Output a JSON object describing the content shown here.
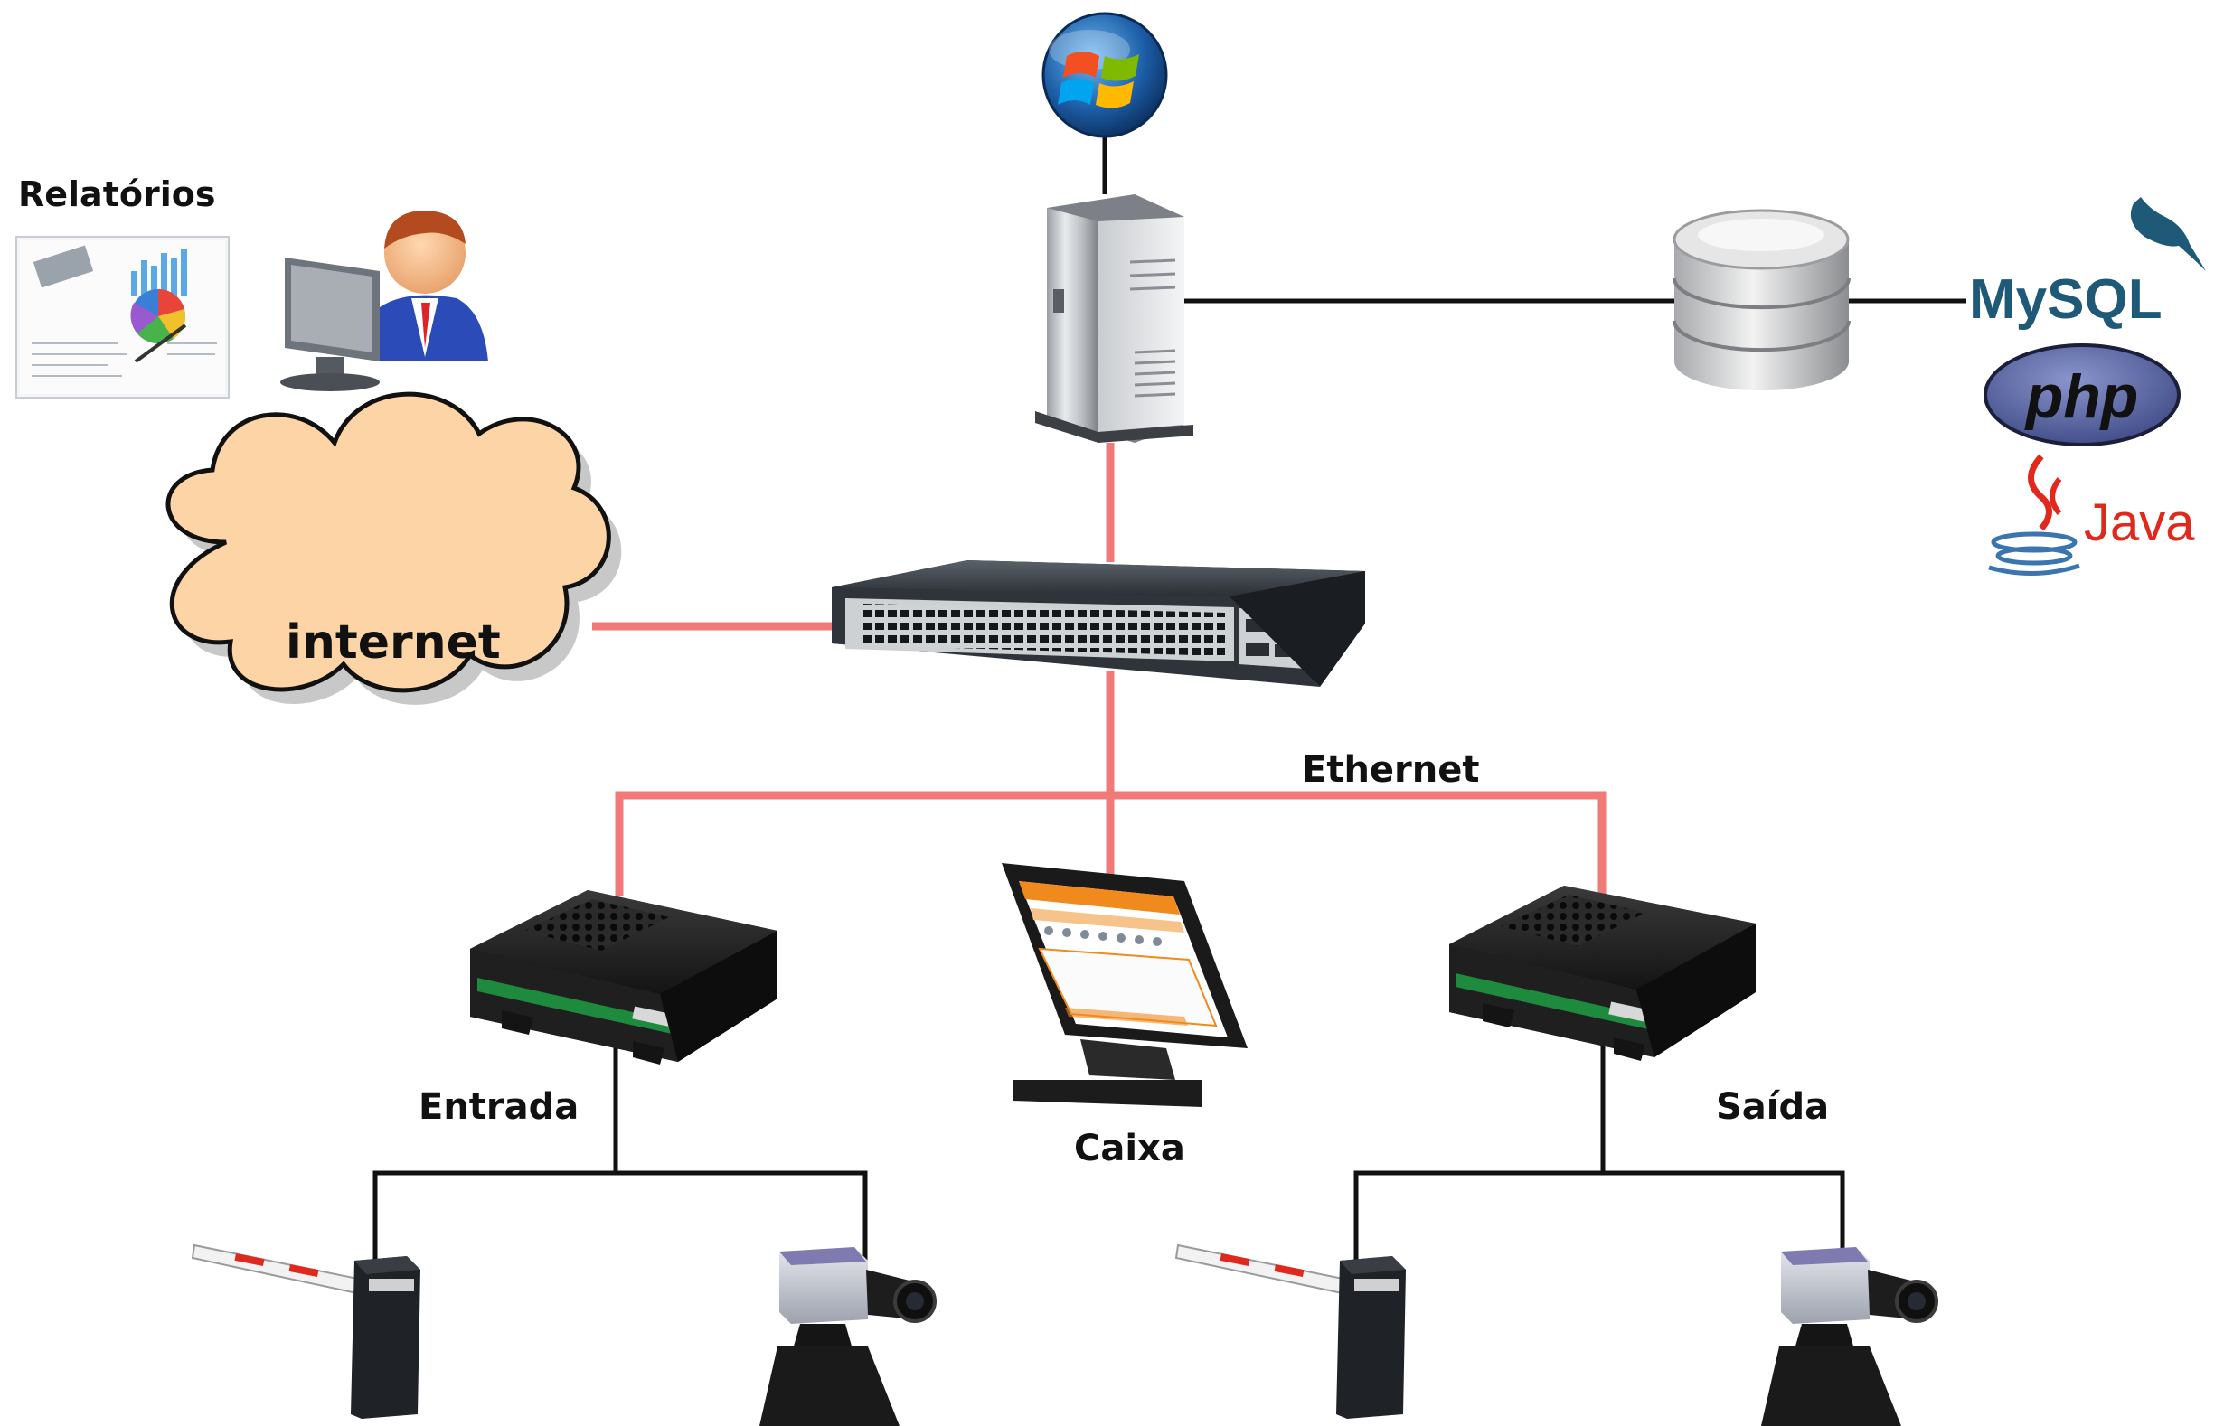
{
  "labels": {
    "relatorios": "Relatórios",
    "internet": "internet",
    "ethernet": "Ethernet",
    "entrada": "Entrada",
    "caixa": "Caixa",
    "saida": "Saída"
  },
  "logos": {
    "mysql": "MySQL",
    "php": "php",
    "java": "Java",
    "windows": "windows-logo"
  },
  "colors": {
    "ethernet_link": "#f07a78",
    "wired_link": "#111111",
    "cloud_fill": "#fdd4a6",
    "mysql_blue": "#1e5a78",
    "mysql_orange": "#e08a1e",
    "php_purple": "#4f5b93",
    "java_red": "#e0291d",
    "java_blue": "#3a75b0"
  }
}
